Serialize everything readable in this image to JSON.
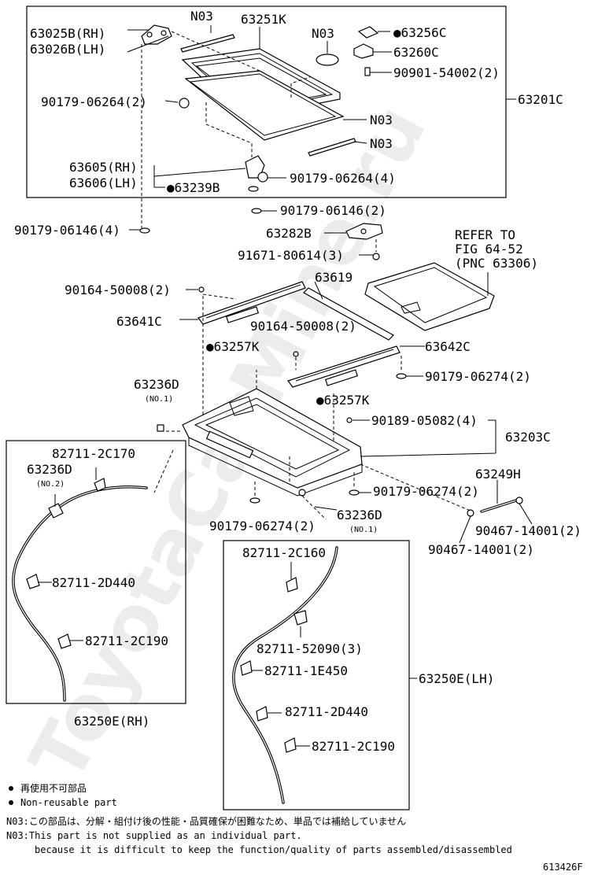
{
  "watermark": "ToyotaCarMine.ru",
  "labels": {
    "p63025B": "63025B(RH)",
    "p63026B": "63026B(LH)",
    "n03_a": "N03",
    "p63251K": "63251K",
    "n03_b": "N03",
    "p63256C": "●63256C",
    "p63260C": "63260C",
    "p90901": "90901-54002(2)",
    "p90179_06264_2": "90179-06264(2)",
    "p63201C": "63201C",
    "n03_c": "N03",
    "n03_d": "N03",
    "p63605": "63605(RH)",
    "p63606": "63606(LH)",
    "p63239B": "●63239B",
    "p90179_06264_4": "90179-06264(4)",
    "p90179_06146_2": "90179-06146(2)",
    "p90179_06146_4": "90179-06146(4)",
    "p63282B": "63282B",
    "refer1": "REFER TO",
    "refer2": "FIG 64-52",
    "refer3": "(PNC 63306)",
    "p91671": "91671-80614(3)",
    "p90164_a": "90164-50008(2)",
    "p63619": "63619",
    "p63641C": "63641C",
    "p90164_b": "90164-50008(2)",
    "p63257K_a": "●63257K",
    "p63642C": "63642C",
    "p90179_06274_a": "90179-06274(2)",
    "p63236D_a": "63236D",
    "no1_a": "(NO.1)",
    "p63257K_b": "●63257K",
    "p90189": "90189-05082(4)",
    "p63203C": "63203C",
    "p82711_2C170": "82711-2C170",
    "p63236D_b": "63236D",
    "no2": "(NO.2)",
    "p63249H": "63249H",
    "p90179_06274_b": "90179-06274(2)",
    "p90467_a": "90467-14001(2)",
    "p90179_06274_c": "90179-06274(2)",
    "p63236D_c": "63236D",
    "no1_b": "(NO.1)",
    "p90467_b": "90467-14001(2)",
    "p82711_2C160": "82711-2C160",
    "p82711_2D440_a": "82711-2D440",
    "p82711_2C190_a": "82711-2C190",
    "p82711_52090": "82711-52090(3)",
    "p82711_1E450": "82711-1E450",
    "p63250E_LH": "63250E(LH)",
    "p82711_2D440_b": "82711-2D440",
    "p63250E_RH": "63250E(RH)",
    "p82711_2C190_b": "82711-2C190"
  },
  "legend": {
    "jp": "再使用不可部品",
    "en": "Non-reusable part"
  },
  "notes": {
    "jp": "N03:この部品は、分解・組付け後の性能・品質確保が困難なため、単品では補給していません",
    "en1": "N03:This part is not supplied as an individual part.",
    "en2": "because it is difficult to keep the function/quality of parts assembled/disassembled"
  },
  "figure_id": "613426F"
}
